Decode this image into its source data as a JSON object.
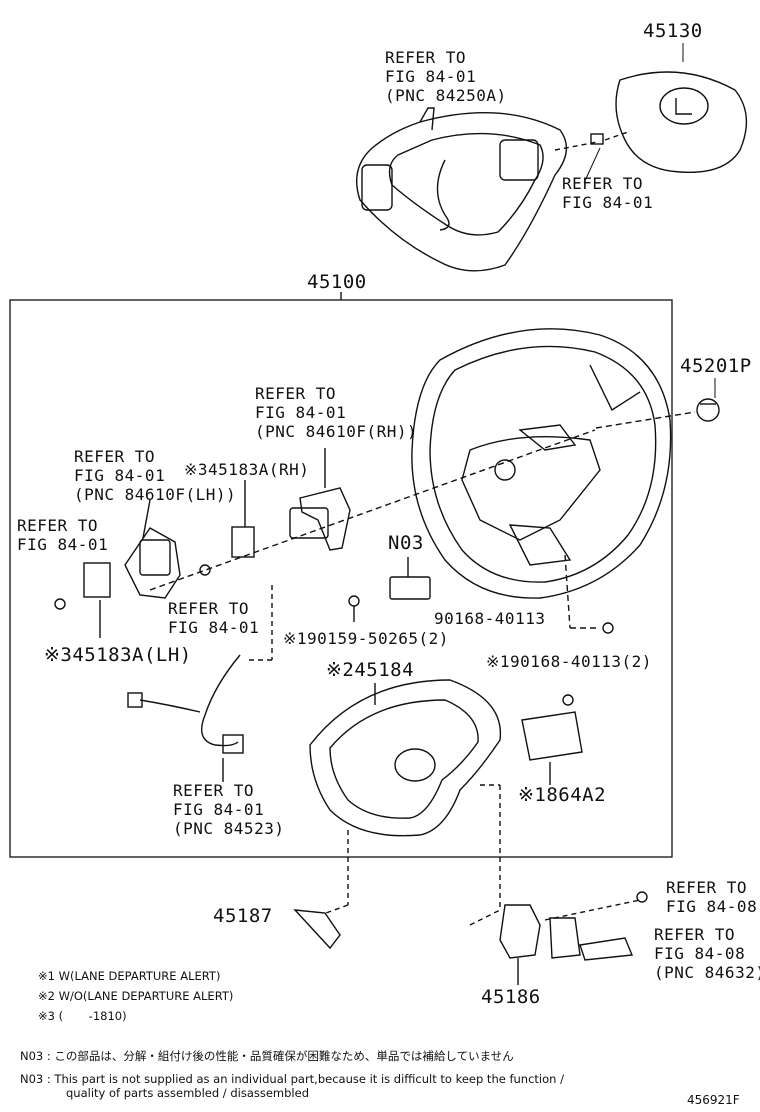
{
  "callouts": {
    "p45130": "45130",
    "ref_84250A": "REFER TO\nFIG 84-01\n(PNC 84250A)",
    "ref_airbag_bolt": "REFER TO\nFIG 84-01",
    "p45100": "45100",
    "p45201P": "45201P",
    "ref_84610F_RH": "REFER TO\nFIG 84-01\n(PNC 84610F(RH))",
    "p45183A_RH": "※345183A(RH)",
    "ref_84610F_LH": "REFER TO\nFIG 84-01\n(PNC 84610F(LH))",
    "ref_left": "REFER TO\nFIG 84-01",
    "n03": "N03",
    "ref_mid": "REFER TO\nFIG 84-01",
    "p90168_40113": "90168-40113",
    "p90159_50265": "※190159-50265(2)",
    "p45183A_LH": "※345183A(LH)",
    "p45184": "※245184",
    "p90168_40113_2": "※190168-40113(2)",
    "p864A2": "※1864A2",
    "ref_84523": "REFER TO\nFIG 84-01\n(PNC 84523)",
    "p45187": "45187",
    "p45186": "45186",
    "ref_84_08_a": "REFER TO\nFIG 84-08",
    "ref_84632": "REFER TO\nFIG 84-08\n(PNC 84632)"
  },
  "legend": {
    "l1": "※1 W(LANE DEPARTURE ALERT)",
    "l2": "※2 W/O(LANE DEPARTURE ALERT)",
    "l3": "※3 (       -1810)"
  },
  "notes": {
    "jp": "N03 : この部品は、分解・組付け後の性能・品質確保が困難なため、単品では補給していません",
    "en1": "N03 : This part is not supplied as an individual part,because it is difficult to keep the function /",
    "en2": "quality of parts assembled / disassembled"
  },
  "figure_id": "456921F"
}
